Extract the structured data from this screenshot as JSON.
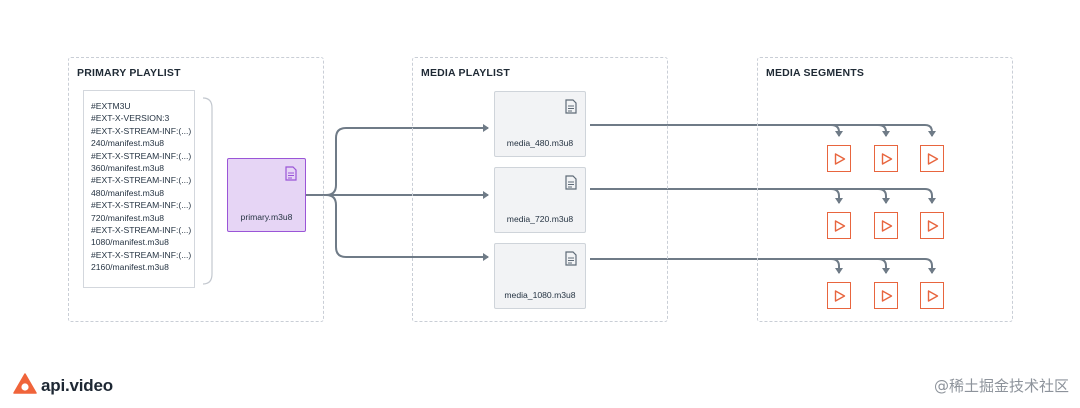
{
  "panels": {
    "primary_title": "PRIMARY PLAYLIST",
    "media_title": "MEDIA PLAYLIST",
    "segments_title": "MEDIA SEGMENTS"
  },
  "primary_playlist": {
    "lines": [
      "#EXTM3U",
      "#EXT-X-VERSION:3",
      "#EXT-X-STREAM-INF:(...)",
      "240/manifest.m3u8",
      "#EXT-X-STREAM-INF:(...)",
      "360/manifest.m3u8",
      "#EXT-X-STREAM-INF:(...)",
      "480/manifest.m3u8",
      "#EXT-X-STREAM-INF:(...)",
      "720/manifest.m3u8",
      "#EXT-X-STREAM-INF:(...)",
      "1080/manifest.m3u8",
      "#EXT-X-STREAM-INF:(...)",
      "2160/manifest.m3u8"
    ],
    "file_name": "primary.m3u8"
  },
  "media_playlists": [
    "media_480.m3u8",
    "media_720.m3u8",
    "media_1080.m3u8"
  ],
  "segments_per_row": 3,
  "icons": {
    "file": "document-icon",
    "segment": "play-icon",
    "logo": "api-video-logo"
  },
  "colors": {
    "primary_fill": "#e6d5f5",
    "primary_border": "#9a55d7",
    "segment_accent": "#e8653e",
    "wire": "#6f7b87"
  },
  "brand": {
    "name": "api.video"
  },
  "watermark": "@稀土掘金技术社区"
}
